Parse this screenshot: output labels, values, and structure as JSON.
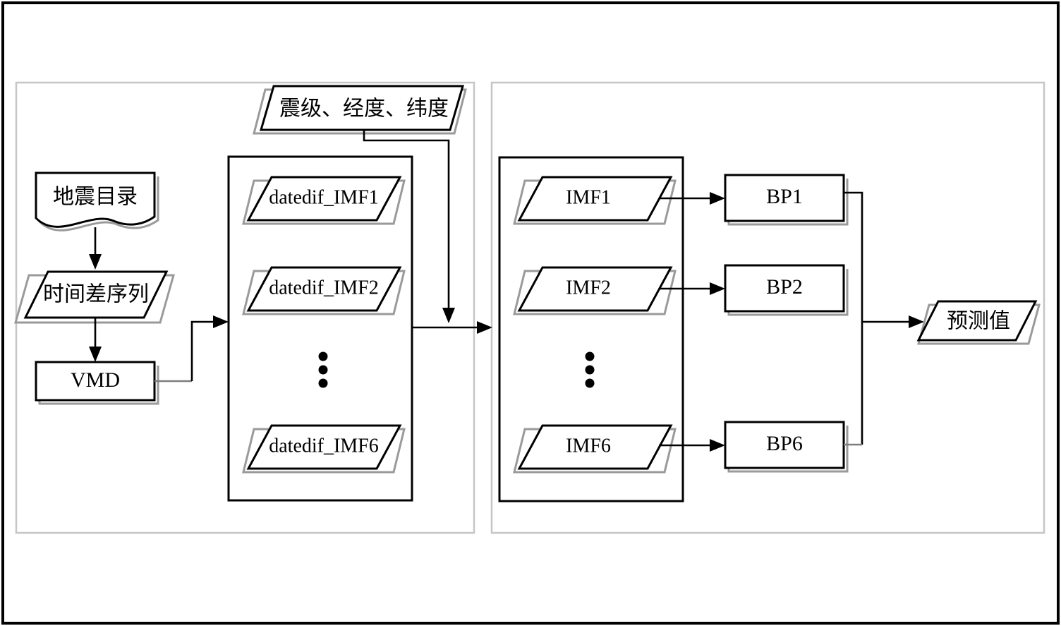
{
  "diagram": {
    "title": "VMD-BP earthquake prediction flowchart",
    "colors": {
      "outer_border": "#000000",
      "panel_border": "#c6c6c6",
      "shape_stroke": "#000000",
      "shape_fill": "#ffffff",
      "shadow": "#9a9a9a"
    },
    "panels": [
      {
        "name": "decomposition-panel"
      },
      {
        "name": "prediction-panel"
      }
    ],
    "nodes": {
      "earthquake_catalog": "地震目录",
      "time_difference_series": "时间差序列",
      "vmd": "VMD",
      "features": "震级、经度、纬度",
      "datedif_imf1": "datedif_IMF1",
      "datedif_imf2": "datedif_IMF2",
      "datedif_imf6": "datedif_IMF6",
      "imf1": "IMF1",
      "imf2": "IMF2",
      "imf6": "IMF6",
      "bp1": "BP1",
      "bp2": "BP2",
      "bp6": "BP6",
      "predicted_value": "预测值",
      "ellipsis": "⋮"
    },
    "edges": [
      {
        "from": "earthquake_catalog",
        "to": "time_difference_series"
      },
      {
        "from": "time_difference_series",
        "to": "vmd"
      },
      {
        "from": "vmd",
        "to": "datedif_group"
      },
      {
        "from": "features",
        "to": "merge_point"
      },
      {
        "from": "datedif_group",
        "to": "imf_group"
      },
      {
        "from": "imf1",
        "to": "bp1"
      },
      {
        "from": "imf2",
        "to": "bp2"
      },
      {
        "from": "imf6",
        "to": "bp6"
      },
      {
        "from": "bp1",
        "to": "predicted_value"
      },
      {
        "from": "bp6",
        "to": "predicted_value"
      }
    ]
  }
}
